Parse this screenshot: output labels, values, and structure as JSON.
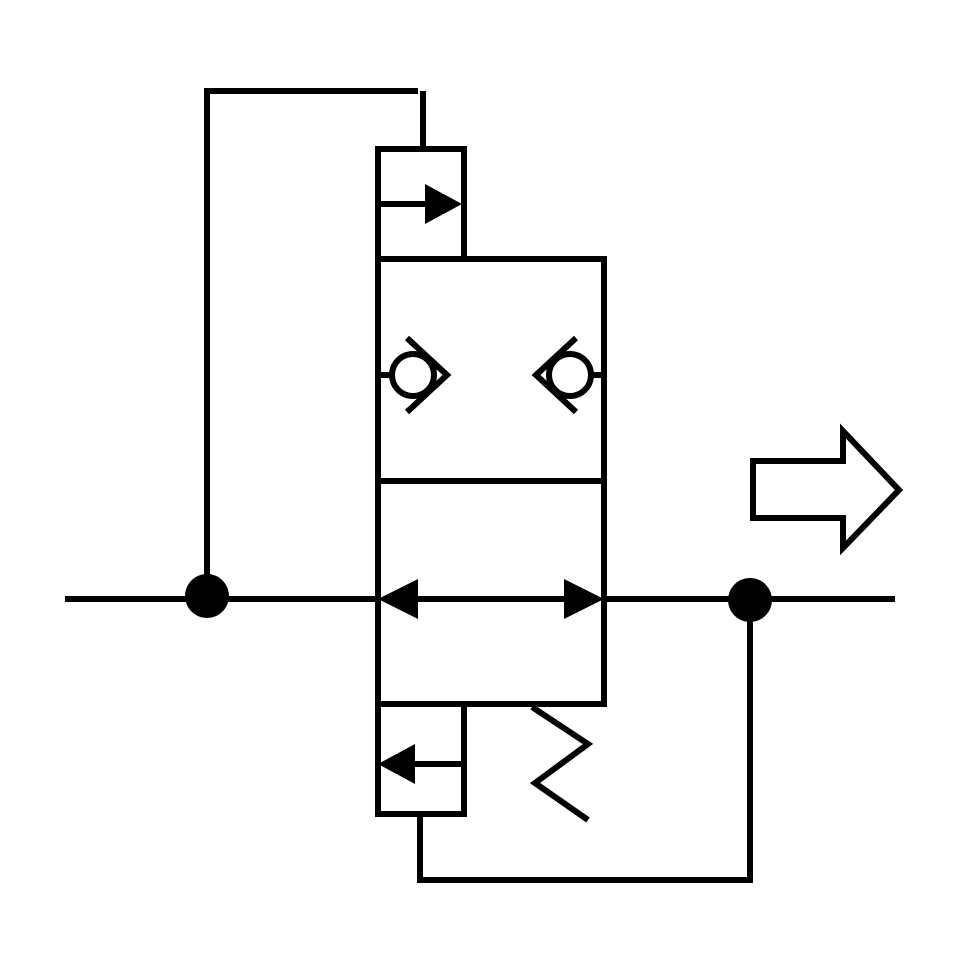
{
  "diagram": {
    "kind": "hydraulic valve symbol",
    "colors": {
      "stroke": "#000000",
      "fill": "#ffffff",
      "dot": "#000000"
    },
    "envelopes": [
      {
        "name": "upper-position",
        "symbols": [
          "check-valve-left",
          "check-valve-right"
        ]
      },
      {
        "name": "lower-position",
        "symbols": [
          "bidirectional-flow-arrow"
        ]
      }
    ],
    "pilots": [
      {
        "name": "top-pilot",
        "arrow_direction": "right"
      },
      {
        "name": "bottom-pilot",
        "arrow_direction": "left"
      }
    ],
    "actuators": [
      "return-spring"
    ],
    "indicators": [
      {
        "name": "flow-direction-arrow",
        "direction": "right",
        "style": "hollow"
      }
    ],
    "junctions": [
      "left-junction",
      "right-junction"
    ]
  }
}
